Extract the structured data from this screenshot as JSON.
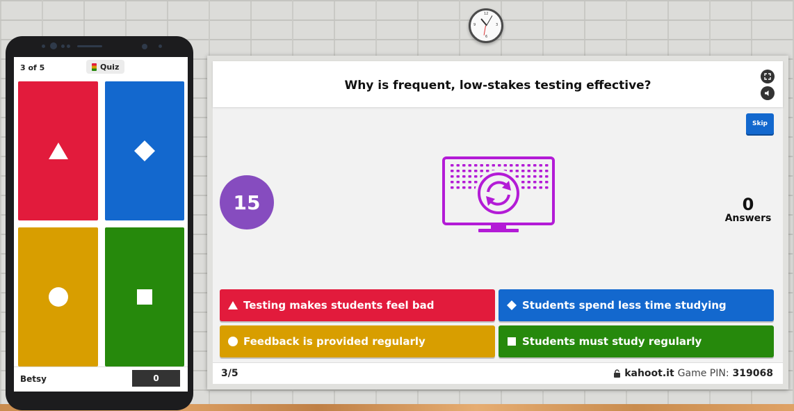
{
  "phone": {
    "progress": "3 of 5",
    "mode_label": "Quiz",
    "tiles": [
      {
        "shape": "triangle",
        "color": "#e21b3c"
      },
      {
        "shape": "diamond",
        "color": "#1368ce"
      },
      {
        "shape": "circle",
        "color": "#d89e00"
      },
      {
        "shape": "square",
        "color": "#26890c"
      }
    ],
    "player_name": "Betsy",
    "player_score": "0"
  },
  "question": {
    "title": "Why is frequent, low-stakes testing effective?",
    "timer": "15",
    "answers_count": "0",
    "answers_label": "Answers",
    "skip_label": "Skip",
    "media_icon": "monitor-refresh-icon",
    "media_color": "#b31bd6"
  },
  "answers": [
    {
      "text": "Testing makes students feel bad",
      "shape": "triangle",
      "color": "#e21b3c"
    },
    {
      "text": "Students spend less time studying",
      "shape": "diamond",
      "color": "#1368ce"
    },
    {
      "text": "Feedback is provided regularly",
      "shape": "circle",
      "color": "#d89e00"
    },
    {
      "text": "Students must study regularly",
      "shape": "square",
      "color": "#26890c"
    }
  ],
  "footer": {
    "count": "3/5",
    "site": "kahoot.it",
    "pin_label": "Game PIN:",
    "pin": "319068"
  },
  "icons": {
    "fullscreen": "fullscreen-icon",
    "sound": "speaker-icon",
    "lock": "lock-icon"
  }
}
